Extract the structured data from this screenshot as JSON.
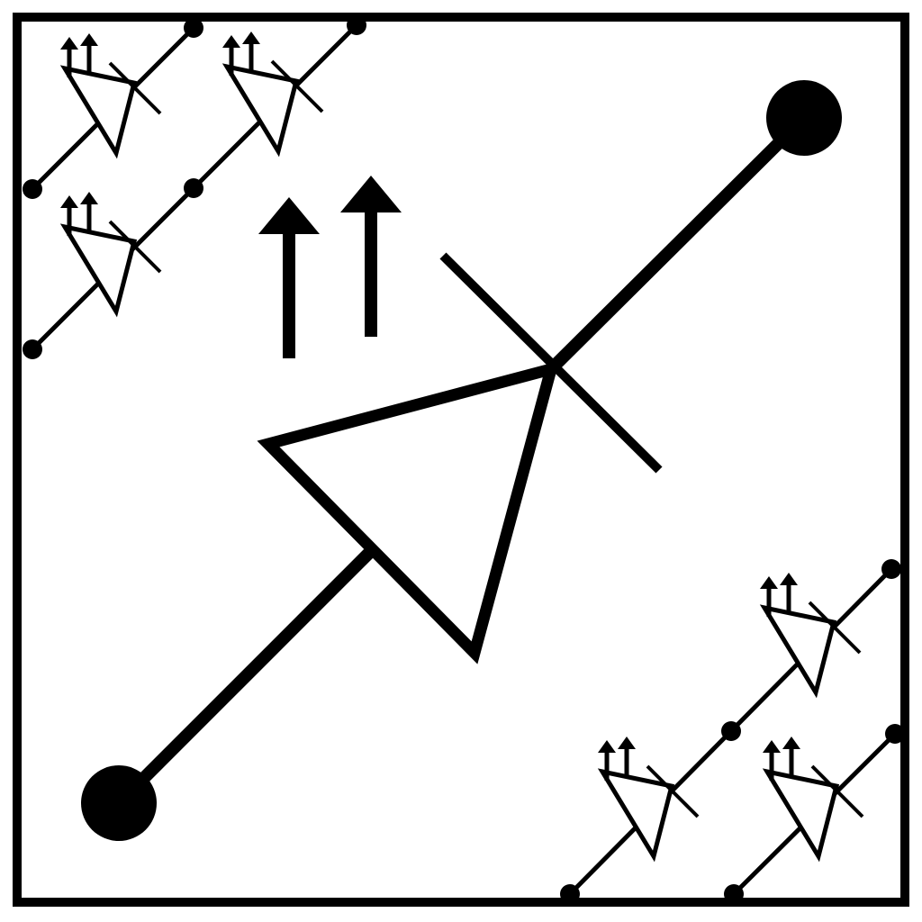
{
  "diagram": {
    "kind": "photodiode symbol tiled",
    "stroke_color": "#000000",
    "background_color": "#ffffff",
    "labels": []
  },
  "symbols": [
    {
      "id": "main",
      "role": "primary-photodiode",
      "arrows": 2,
      "terminals": 2
    },
    {
      "id": "tl-1",
      "role": "mini-photodiode",
      "arrows": 2,
      "terminals": 2
    },
    {
      "id": "tl-2",
      "role": "mini-photodiode",
      "arrows": 2,
      "terminals": 2
    },
    {
      "id": "tl-3",
      "role": "mini-photodiode",
      "arrows": 2,
      "terminals": 2
    },
    {
      "id": "br-1",
      "role": "mini-photodiode",
      "arrows": 2,
      "terminals": 2
    },
    {
      "id": "br-2",
      "role": "mini-photodiode",
      "arrows": 2,
      "terminals": 2
    },
    {
      "id": "br-3",
      "role": "mini-photodiode",
      "arrows": 2,
      "terminals": 2
    }
  ]
}
